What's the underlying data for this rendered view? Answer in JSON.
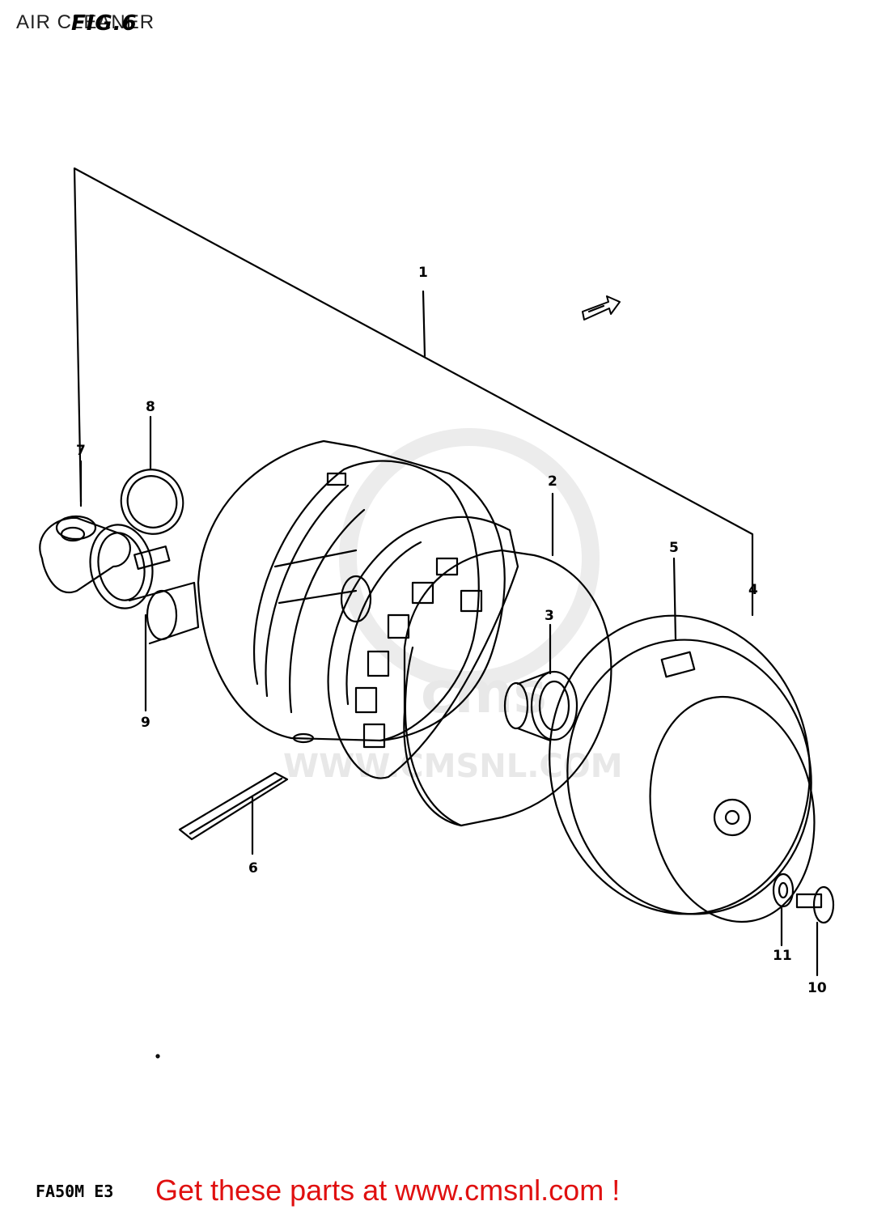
{
  "header": {
    "title": "AIR CLEANER",
    "figure_label": "FIG.6"
  },
  "callouts": [
    {
      "id": "callout-1",
      "label": "1"
    },
    {
      "id": "callout-2",
      "label": "2"
    },
    {
      "id": "callout-3",
      "label": "3"
    },
    {
      "id": "callout-4",
      "label": "4"
    },
    {
      "id": "callout-5",
      "label": "5"
    },
    {
      "id": "callout-6",
      "label": "6"
    },
    {
      "id": "callout-7",
      "label": "7"
    },
    {
      "id": "callout-8",
      "label": "8"
    },
    {
      "id": "callout-9",
      "label": "9"
    },
    {
      "id": "callout-10",
      "label": "10"
    },
    {
      "id": "callout-11",
      "label": "11"
    }
  ],
  "watermark": {
    "logo_text": "cms",
    "url_text": "WWW.CMSNL.COM"
  },
  "footer": {
    "model_code": "FA50M E3",
    "promo_text": "Get these parts at www.cmsnl.com !"
  },
  "colors": {
    "promo": "#e01010",
    "line": "#000000",
    "watermark": "#e8e8e8"
  }
}
